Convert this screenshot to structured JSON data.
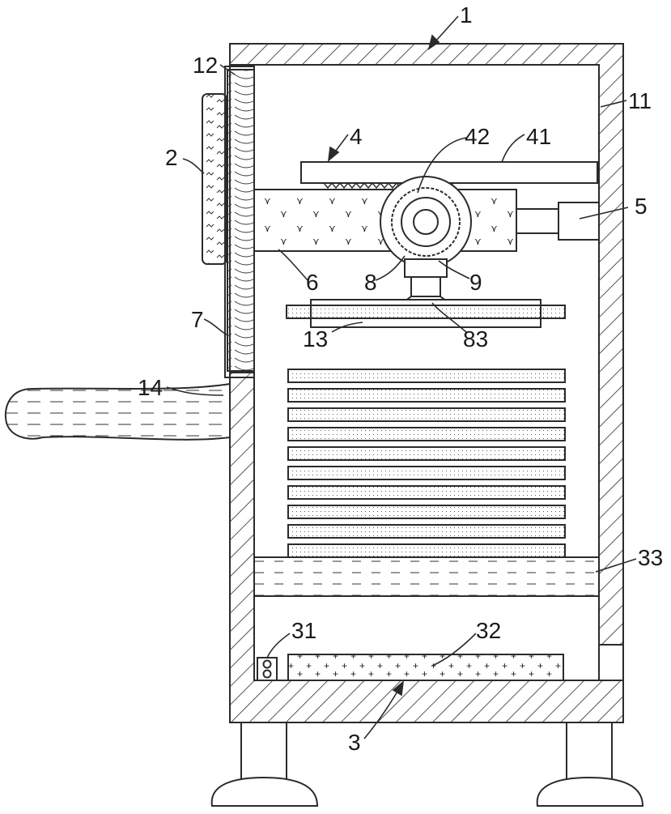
{
  "labels": {
    "l1": "1",
    "l11": "11",
    "l12": "12",
    "l2": "2",
    "l4": "4",
    "l42": "42",
    "l41": "41",
    "l5": "5",
    "l6": "6",
    "l8": "8",
    "l9": "9",
    "l7": "7",
    "l13": "13",
    "l83": "83",
    "l14": "14",
    "l33": "33",
    "l31": "31",
    "l32": "32",
    "l3": "3"
  },
  "colors": {
    "line": "#2b2b2b",
    "paper": "#ffffff"
  }
}
